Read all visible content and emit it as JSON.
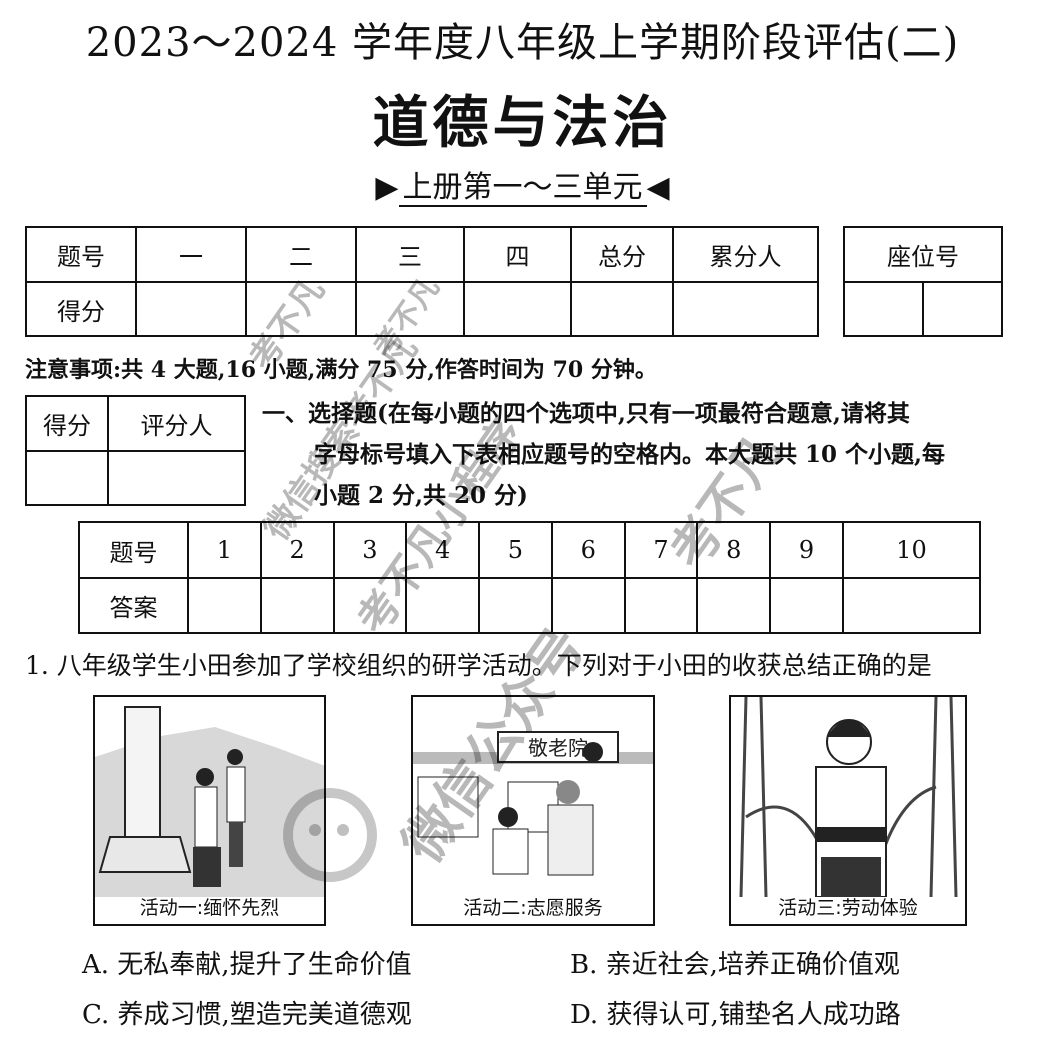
{
  "header": {
    "title": "2023～2024 学年度八年级上学期阶段评估(二)",
    "subject": "道德与法治",
    "scope": "上册第一～三单元",
    "scope_left": "▶",
    "scope_right": "◀"
  },
  "score_table": {
    "headers": [
      "题号",
      "一",
      "二",
      "三",
      "四",
      "总分",
      "累分人"
    ],
    "row_label": "得分"
  },
  "seat_table": {
    "header": "座位号"
  },
  "notice": "注意事项:共 4 大题,16 小题,满分 75 分,作答时间为 70 分钟。",
  "grader_table": {
    "headers": [
      "得分",
      "评分人"
    ]
  },
  "section1": {
    "lines": [
      "一、选择题(在每小题的四个选项中,只有一项最符合题意,请将其",
      "字母标号填入下表相应题号的空格内。本大题共 10 个小题,每",
      "小题 2 分,共 20 分)"
    ]
  },
  "answer_table": {
    "row1_label": "题号",
    "row2_label": "答案",
    "numbers": [
      "1",
      "2",
      "3",
      "4",
      "5",
      "6",
      "7",
      "8",
      "9",
      "10"
    ]
  },
  "question1": {
    "stem": "1. 八年级学生小田参加了学校组织的研学活动。下列对于小田的收获总结正确的是",
    "images": [
      {
        "caption": "活动一:缅怀先烈"
      },
      {
        "caption": "活动二:志愿服务",
        "sign": "敬老院"
      },
      {
        "caption": "活动三:劳动体验"
      }
    ],
    "options": [
      "A. 无私奉献,提升了生命价值",
      "B. 亲近社会,培养正确价值观",
      "C. 养成习惯,塑造完美道德观",
      "D. 获得认可,铺垫名人成功路"
    ]
  },
  "watermarks": [
    "考不凡",
    "考不凡",
    "微信搜索考不凡",
    "考不凡小程序",
    "考不凡",
    "微信公众号"
  ]
}
